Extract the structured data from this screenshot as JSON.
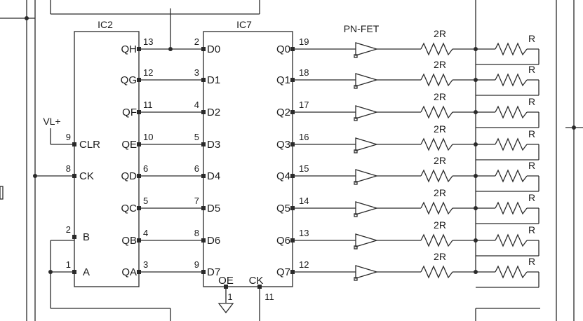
{
  "schematic": {
    "ic2": {
      "ref": "IC2",
      "outputs": [
        {
          "label": "QH",
          "pin": "13"
        },
        {
          "label": "QG",
          "pin": "12"
        },
        {
          "label": "QF",
          "pin": "11"
        },
        {
          "label": "QE",
          "pin": "10"
        },
        {
          "label": "QD",
          "pin": "6"
        },
        {
          "label": "QC",
          "pin": "5"
        },
        {
          "label": "QB",
          "pin": "4"
        },
        {
          "label": "QA",
          "pin": "3"
        }
      ],
      "inputs": [
        {
          "label": "CLR",
          "pin": "9"
        },
        {
          "label": "CK",
          "pin": "8"
        },
        {
          "label": "B",
          "pin": "2"
        },
        {
          "label": "A",
          "pin": "1"
        }
      ]
    },
    "ic7": {
      "ref": "IC7",
      "inputs": [
        {
          "label": "D0",
          "pin": "2"
        },
        {
          "label": "D1",
          "pin": "3"
        },
        {
          "label": "D2",
          "pin": "4"
        },
        {
          "label": "D3",
          "pin": "5"
        },
        {
          "label": "D4",
          "pin": "6"
        },
        {
          "label": "D5",
          "pin": "7"
        },
        {
          "label": "D6",
          "pin": "8"
        },
        {
          "label": "D7",
          "pin": "9"
        }
      ],
      "outputs": [
        {
          "label": "Q0",
          "pin": "19"
        },
        {
          "label": "Q1",
          "pin": "18"
        },
        {
          "label": "Q2",
          "pin": "17"
        },
        {
          "label": "Q3",
          "pin": "16"
        },
        {
          "label": "Q4",
          "pin": "15"
        },
        {
          "label": "Q5",
          "pin": "14"
        },
        {
          "label": "Q6",
          "pin": "13"
        },
        {
          "label": "Q7",
          "pin": "12"
        }
      ],
      "oe": {
        "label": "OE",
        "pin": "1"
      },
      "ck": {
        "label": "CK",
        "pin": "11"
      }
    },
    "vl_label": "VL+",
    "buffer_label": "PN-FET",
    "resistor_2r": "2R",
    "resistor_r": "R"
  }
}
